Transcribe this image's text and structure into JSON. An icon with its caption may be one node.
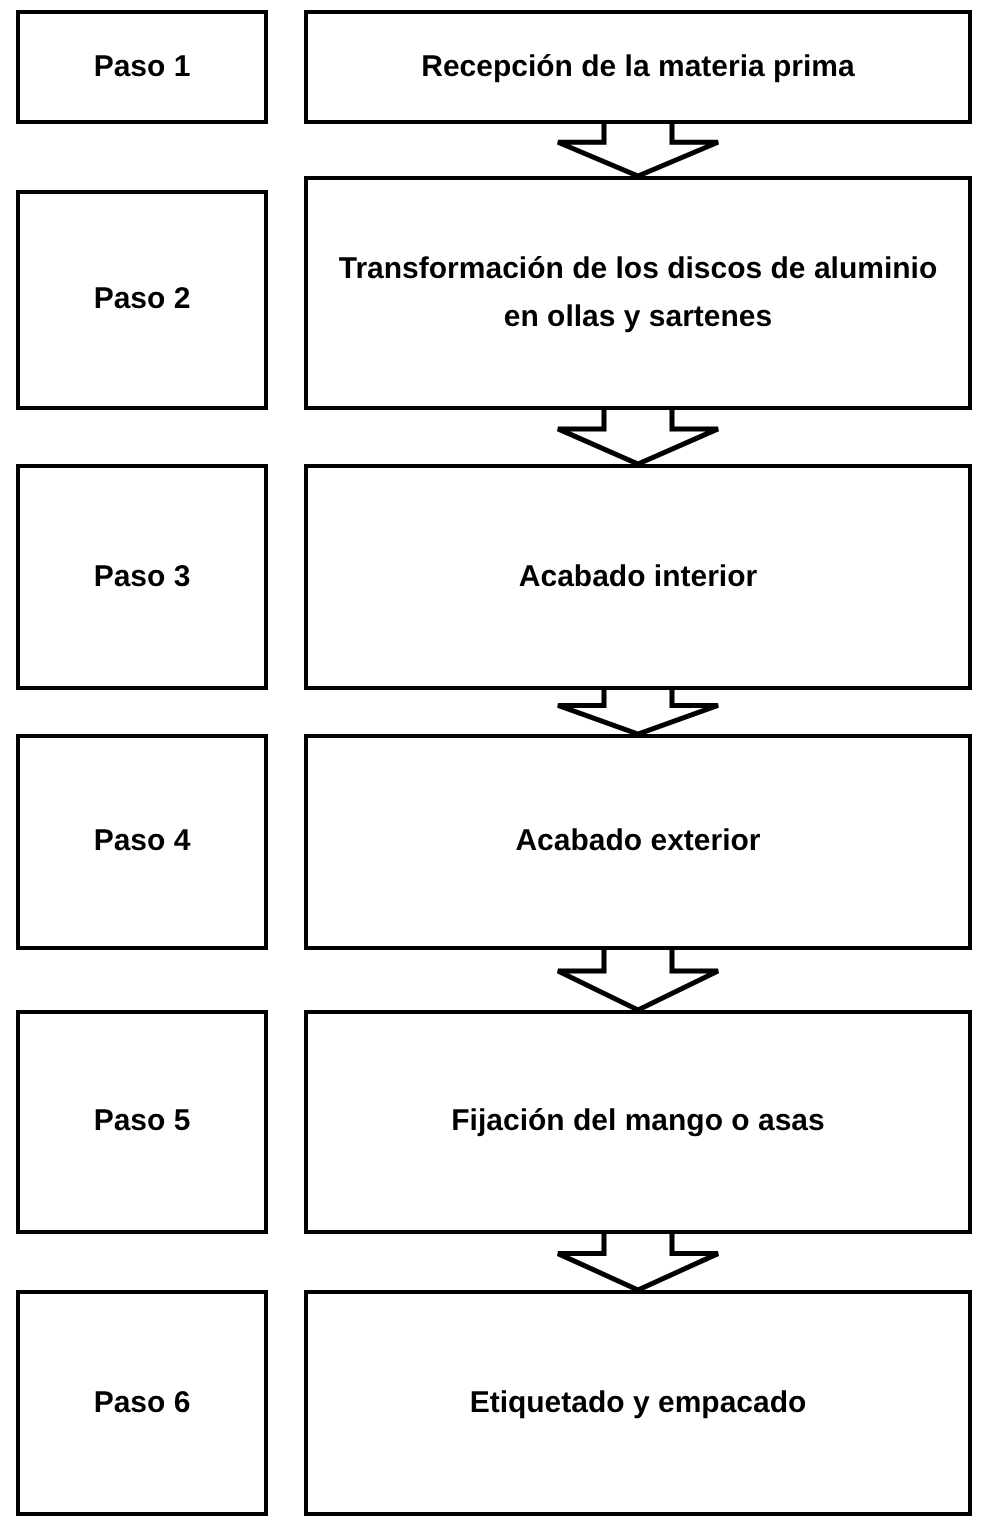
{
  "diagram": {
    "nodes": [
      {
        "text": [
          "Paso 1"
        ]
      },
      {
        "text": [
          "Recepción de la materia prima"
        ]
      },
      {
        "text": [
          "Paso 2"
        ]
      },
      {
        "text": [
          "Transformación de los discos de aluminio en ollas y sartenes"
        ]
      },
      {
        "text": [
          "Paso 3"
        ]
      },
      {
        "text": [
          "Acabado interior"
        ]
      },
      {
        "text": [
          "Paso 4"
        ]
      },
      {
        "text": [
          "Acabado exterior"
        ]
      },
      {
        "text": [
          "Paso 5"
        ]
      },
      {
        "text": [
          "Fijación del mango o asas"
        ]
      },
      {
        "text": [
          "Paso 6"
        ]
      },
      {
        "text": [
          "Etiquetado y empacado"
        ]
      }
    ],
    "edges": [
      {
        "from": 1,
        "to": 3,
        "arrow": "to"
      },
      {
        "from": 3,
        "to": 5,
        "arrow": "to"
      },
      {
        "from": 5,
        "to": 7,
        "arrow": "to"
      },
      {
        "from": 7,
        "to": 9,
        "arrow": "to"
      },
      {
        "from": 9,
        "to": 11,
        "arrow": "to"
      }
    ]
  }
}
